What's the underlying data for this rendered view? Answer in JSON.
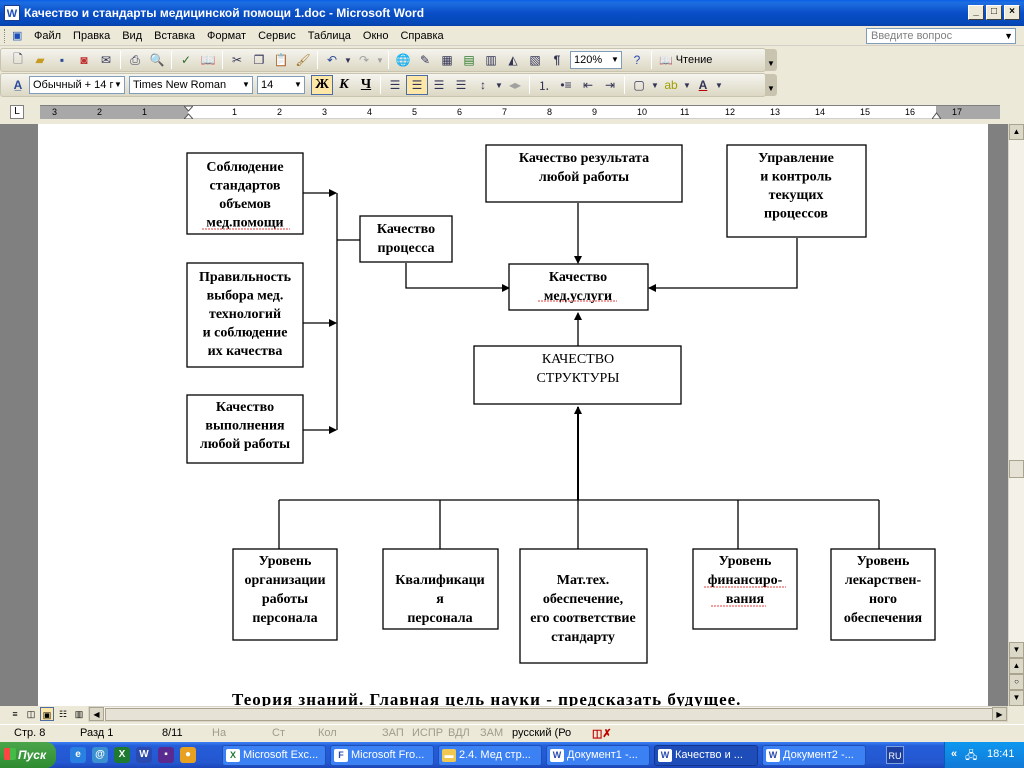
{
  "window": {
    "title": "Качество и стандарты медицинской помощи 1.doc - Microsoft Word",
    "app_icon": "W"
  },
  "menu": {
    "items": [
      "Файл",
      "Правка",
      "Вид",
      "Вставка",
      "Формат",
      "Сервис",
      "Таблица",
      "Окно",
      "Справка"
    ],
    "help_placeholder": "Введите вопрос"
  },
  "toolbar_standard": {
    "zoom": "120%",
    "reading_label": "Чтение"
  },
  "toolbar_format": {
    "style": "Обычный + 14 г",
    "font": "Times New Roman",
    "size": "14",
    "bold": "Ж",
    "italic": "К",
    "underline": "Ч"
  },
  "ruler": {
    "labels": [
      "3",
      "2",
      "1",
      "1",
      "2",
      "3",
      "4",
      "5",
      "6",
      "7",
      "8",
      "9",
      "10",
      "11",
      "12",
      "13",
      "14",
      "15",
      "16",
      "17"
    ]
  },
  "diagram": {
    "left_boxes": [
      [
        "Соблюдение",
        "стандартов",
        "объемов",
        "мед.помощи"
      ],
      [
        "Правильность",
        "выбора мед.",
        "технологий",
        "и соблюдение",
        "их качества"
      ],
      [
        "Качество",
        "выполнения",
        "любой работы"
      ]
    ],
    "process_box": [
      "Качество",
      "процесса"
    ],
    "result_box": [
      "Качество результата",
      "любой работы"
    ],
    "control_box": [
      "Управление",
      "и контроль",
      "текущих",
      "процессов"
    ],
    "service_box": [
      "Качество",
      "мед.услуги"
    ],
    "structure_box": [
      "КАЧЕСТВО",
      "СТРУКТУРЫ"
    ],
    "bottom_boxes": [
      [
        "Уровень",
        "организации",
        "работы",
        "персонала"
      ],
      [
        "Квалификаци",
        "я",
        "персонала"
      ],
      [
        "Мат.тех.",
        "обеспечение,",
        "его соответствие",
        "стандарту"
      ],
      [
        "Уровень",
        "финансиро-",
        "вания"
      ],
      [
        "Уровень",
        "лекарствен-",
        "ного",
        "обеспечения"
      ]
    ]
  },
  "body_text": "Теория   знаний.  Главная   цель   науки  -  предсказать   будущее.",
  "status": {
    "page": "Стр.  8",
    "section": "Разд  1",
    "pages": "8/11",
    "at": "На",
    "line": "Ст",
    "col": "Кол",
    "rec": "ЗАП",
    "trk": "ИСПР",
    "ext": "ВДЛ",
    "ovr": "ЗАМ",
    "language": "русский (Ро"
  },
  "taskbar": {
    "start": "Пуск",
    "tasks": [
      "Microsoft Exc...",
      "Microsoft Fro...",
      "2.4. Мед стр...",
      "Документ1 -...",
      "Качество и ...",
      "Документ2 -..."
    ],
    "lang": "RU",
    "clock": "18:41"
  },
  "colors": {
    "titlebar": "#0a4ec8",
    "taskbar": "#245dd8",
    "start": "#3a9a3a"
  }
}
